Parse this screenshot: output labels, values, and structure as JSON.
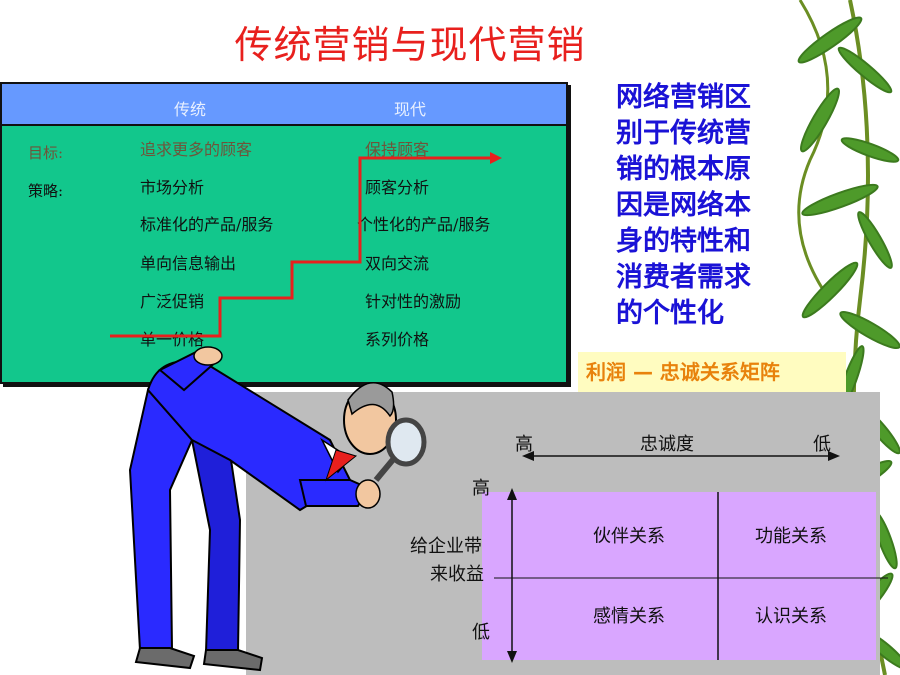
{
  "slide_title": "传统营销与现代营销",
  "table": {
    "headers": [
      "传统",
      "现代"
    ],
    "row_labels": {
      "goal": "目标:",
      "strategy": "策略:"
    },
    "goal": {
      "traditional": "追求更多的顾客",
      "modern": "保持顾客"
    },
    "strategies": [
      {
        "traditional": "市场分析",
        "modern": "顾客分析"
      },
      {
        "traditional": "标准化的产品/服务",
        "modern": "个性化的产品/服务"
      },
      {
        "traditional": "单向信息输出",
        "modern": "双向交流"
      },
      {
        "traditional": "广泛促销",
        "modern": "针对性的激励"
      },
      {
        "traditional": "单一价格",
        "modern": "系列价格"
      }
    ]
  },
  "side_text": [
    "网络营销区",
    "别于传统营",
    "销的根本原",
    "因是网络本",
    "身的特性和",
    "消费者需求",
    "的个性化"
  ],
  "matrix": {
    "label": "利润 — 忠诚关系矩阵",
    "x_axis": {
      "high": "高",
      "title": "忠诚度",
      "low": "低"
    },
    "y_axis": {
      "high": "高",
      "title_line1": "给企业带",
      "title_line2": "来收益",
      "low": "低"
    },
    "quadrants": {
      "top_left": "伙伴关系",
      "top_right": "功能关系",
      "bottom_left": "感情关系",
      "bottom_right": "认识关系"
    }
  },
  "colors": {
    "title": "#e8201d",
    "table_bg": "#12c78c",
    "header_bg": "#6699ff",
    "side_text": "#1a12d6",
    "label_text": "#e8820c",
    "matrix_bg": "#d9a6ff",
    "staircase": "#e8201d"
  }
}
